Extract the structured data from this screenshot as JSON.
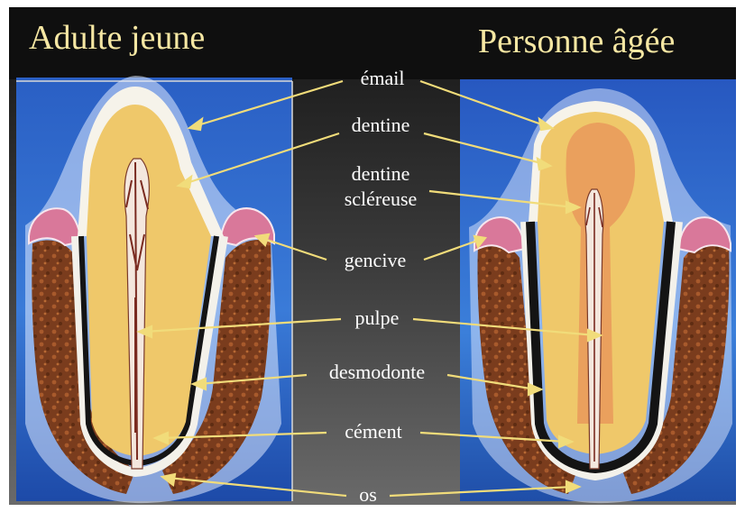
{
  "titles": {
    "left": "Adulte jeune",
    "right": "Personne âgée"
  },
  "labels": {
    "email": "émail",
    "dentine": "dentine",
    "dentine_scl_1": "dentine",
    "dentine_scl_2": "scléreuse",
    "gencive": "gencive",
    "pulpe": "pulpe",
    "desmodonte": "desmodonte",
    "cement": "cément",
    "os": "os"
  },
  "colors": {
    "background": "#0e0e0e",
    "panel_blue": "#2f66c8",
    "dentine": "#efc86a",
    "sclerotic_dentine": "#e89a52",
    "enamel": "#f6f3ea",
    "bone": "#8b4a25",
    "gum": "#d9789a",
    "label_arrow": "#f1dc7a"
  }
}
